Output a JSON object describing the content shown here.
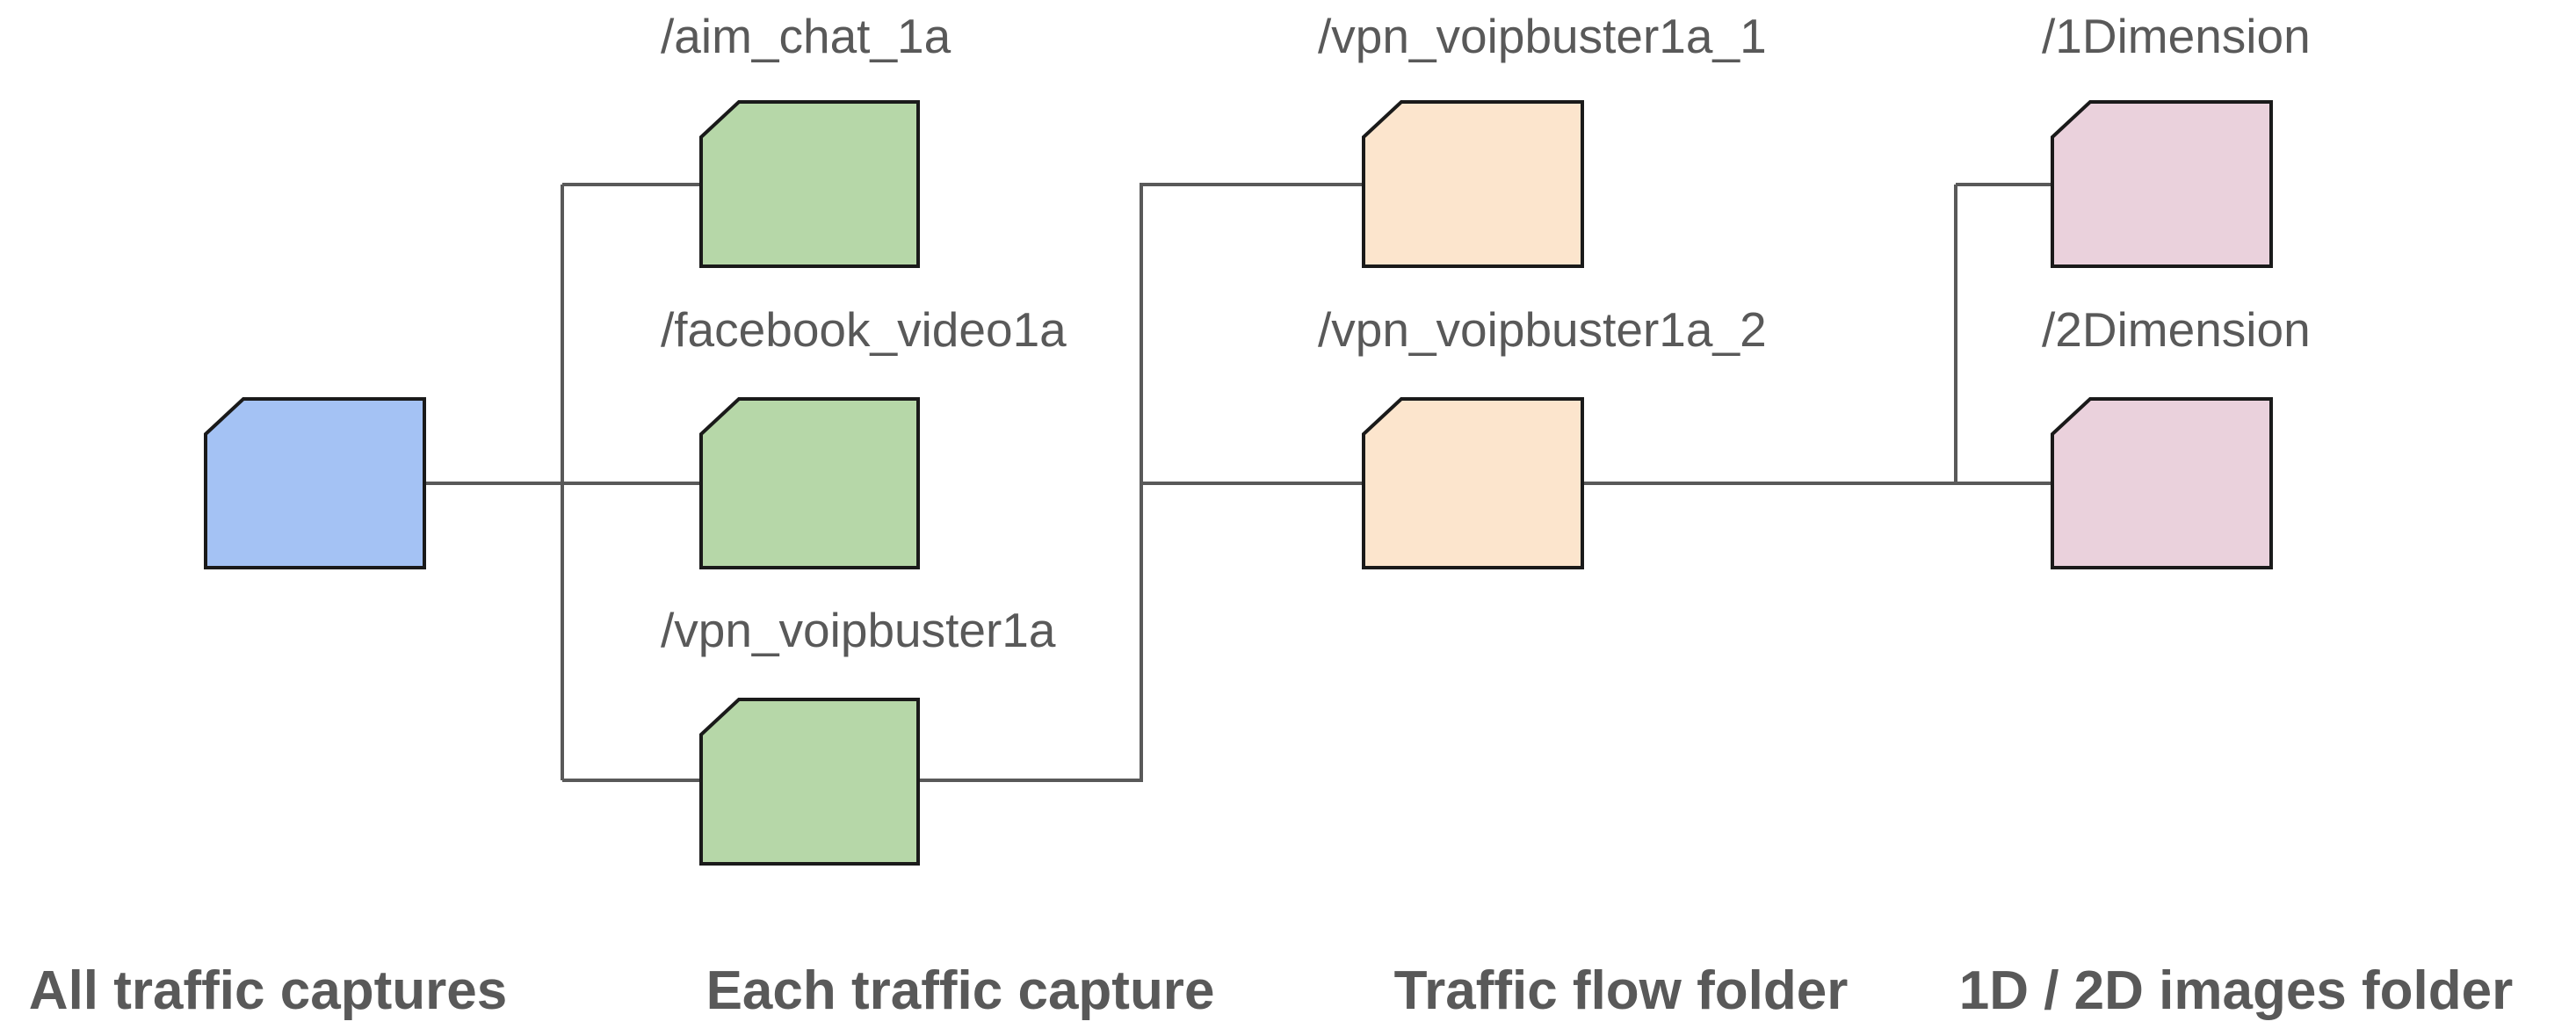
{
  "colors": {
    "root_folder": "#a4c2f4",
    "capture_folder": "#b6d7a8",
    "flow_folder": "#fce5cd",
    "image_folder": "#ead1dc",
    "folder_outline": "#1a1a1a",
    "connector": "#595959",
    "text": "#595959"
  },
  "icons": {
    "folder": "folder-icon"
  },
  "folders": {
    "aim_chat": "/aim_chat_1a",
    "facebook_video": "/facebook_video1a",
    "vpn_voipbuster": "/vpn_voipbuster1a",
    "flow_1": "/vpn_voipbuster1a_1",
    "flow_2": "/vpn_voipbuster1a_2",
    "dim_1": "/1Dimension",
    "dim_2": "/2Dimension"
  },
  "columns": {
    "all_captures": "All traffic captures",
    "each_capture": "Each traffic capture",
    "flow_folder": "Traffic flow folder",
    "images_folder": "1D / 2D images folder"
  }
}
